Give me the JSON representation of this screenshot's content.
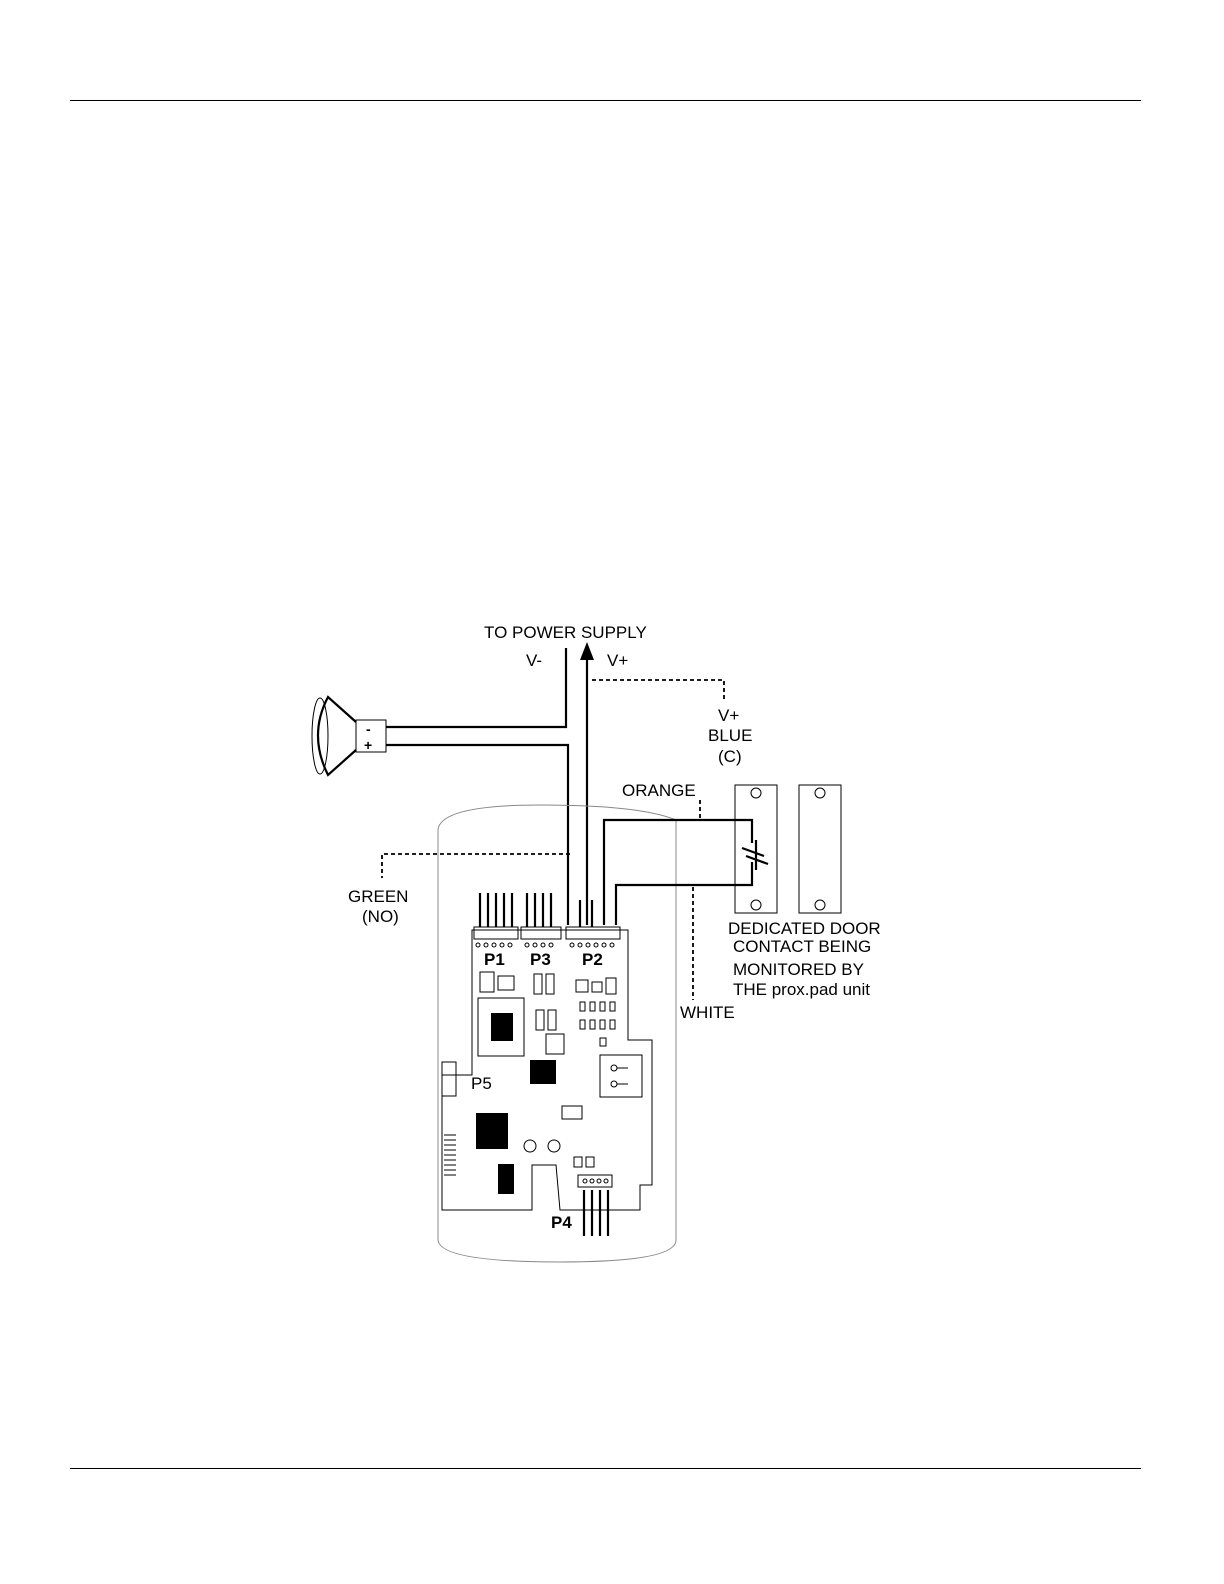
{
  "labels": {
    "power_supply": "TO POWER SUPPLY",
    "v_minus": "V-",
    "v_plus": "V+",
    "v_plus_blue": "V+",
    "blue": "BLUE",
    "c": "(C)",
    "orange": "ORANGE",
    "green": "GREEN",
    "no": "(NO)",
    "white": "WHITE",
    "speaker_minus": "-",
    "speaker_plus": "+",
    "p1": "P1",
    "p2": "P2",
    "p3": "P3",
    "p4": "P4",
    "p5": "P5",
    "door_line1": "DEDICATED DOOR",
    "door_line2": "CONTACT BEING",
    "door_line3": "MONITORED BY",
    "door_line4": "THE prox.pad unit"
  }
}
